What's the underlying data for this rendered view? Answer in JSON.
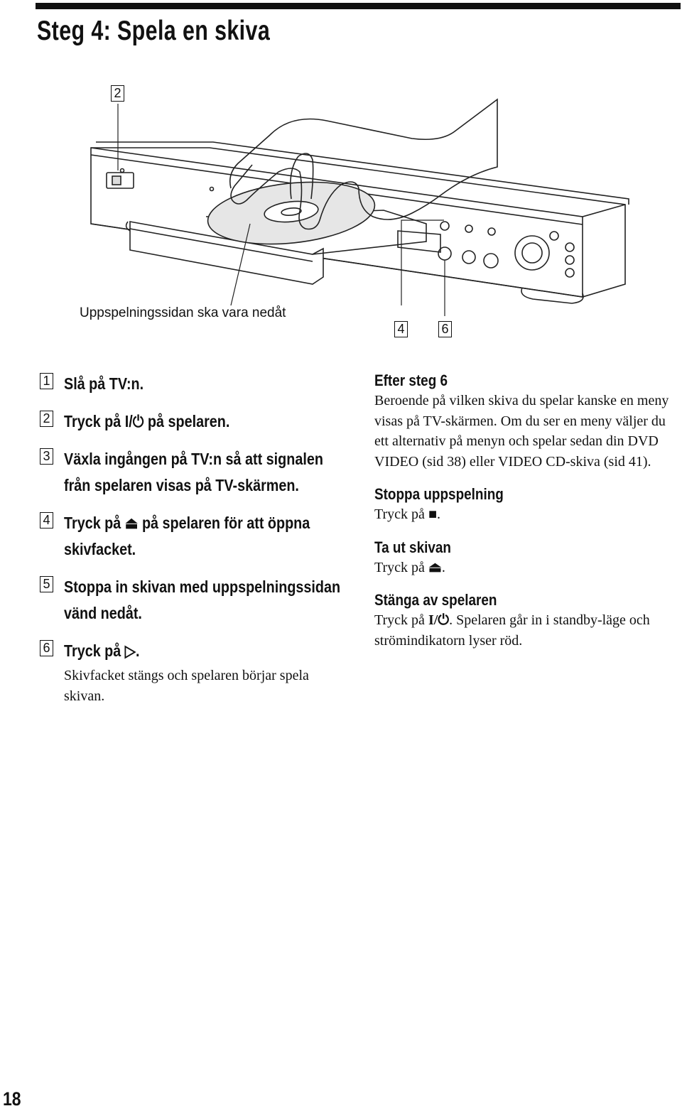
{
  "page": {
    "title": "Steg 4: Spela en skiva",
    "page_number": "18"
  },
  "figure": {
    "callout_top": "2",
    "callout_left": "4",
    "callout_right": "6",
    "caption": "Uppspelningssidan ska vara nedåt"
  },
  "steps": [
    {
      "num": "1",
      "text": "Slå på TV:n."
    },
    {
      "num": "2",
      "pre": "Tryck på ",
      "symbol": "I/⏻",
      "post": " på spelaren."
    },
    {
      "num": "3",
      "text": "Växla ingången på TV:n så att signalen från spelaren visas på TV-skärmen."
    },
    {
      "num": "4",
      "pre": "Tryck på ",
      "symbol": "⏏",
      "post": " på spelaren för att öppna skivfacket."
    },
    {
      "num": "5",
      "text": "Stoppa in skivan med uppspelningssidan vänd nedåt."
    },
    {
      "num": "6",
      "pre": "Tryck på ",
      "symbol": "▷",
      "post": ".",
      "sub": "Skivfacket stängs och spelaren börjar spela skivan."
    }
  ],
  "sections": {
    "after": {
      "heading": "Efter steg 6",
      "body": "Beroende på vilken skiva du spelar kanske en meny visas på TV-skärmen. Om du ser en meny väljer du ett alternativ på menyn och spelar sedan din DVD VIDEO (sid 38) eller VIDEO CD-skiva (sid 41)."
    },
    "stop": {
      "heading": "Stoppa uppspelning",
      "pre": "Tryck på ",
      "symbol": "■",
      "post": "."
    },
    "eject": {
      "heading": "Ta ut skivan",
      "pre": "Tryck på ",
      "symbol": "⏏",
      "post": "."
    },
    "off": {
      "heading": "Stänga av spelaren",
      "pre": "Tryck på ",
      "symbol": "I/⏻",
      "post": ". Spelaren går in i standby-läge och strömindikatorn lyser röd."
    }
  }
}
